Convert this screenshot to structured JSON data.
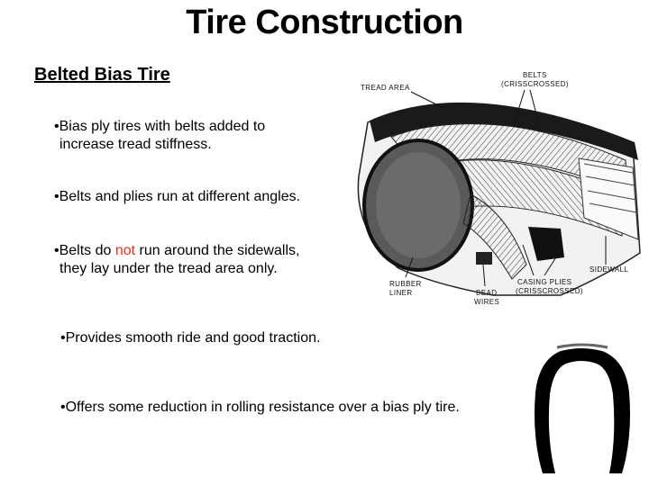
{
  "slide": {
    "title": "Tire Construction",
    "subtitle": "Belted Bias Tire",
    "bullets": {
      "b1_line1": "•Bias ply tires with belts added to",
      "b1_line2": "increase tread stiffness.",
      "b2": "•Belts and plies run at different angles.",
      "b3_pre": "•Belts do ",
      "b3_red": "not",
      "b3_post": " run around the sidewalls,",
      "b3_line2": "they lay under the tread area only.",
      "b4": "•Provides smooth ride and good traction.",
      "b5": "•Offers some reduction in rolling resistance over a bias ply tire."
    },
    "diagram_labels": {
      "tread_area": "TREAD AREA",
      "belts": "BELTS",
      "belts_sub": "(CRISSCROSSED)",
      "rubber": "RUBBER",
      "liner": "LINER",
      "bead": "BEAD",
      "wires": "WIRES",
      "casing_plies": "CASING PLIES",
      "casing_sub": "(CRISSCROSSED)",
      "sidewall": "SIDEWALL"
    },
    "colors": {
      "emphasis": "#e8301b"
    }
  }
}
